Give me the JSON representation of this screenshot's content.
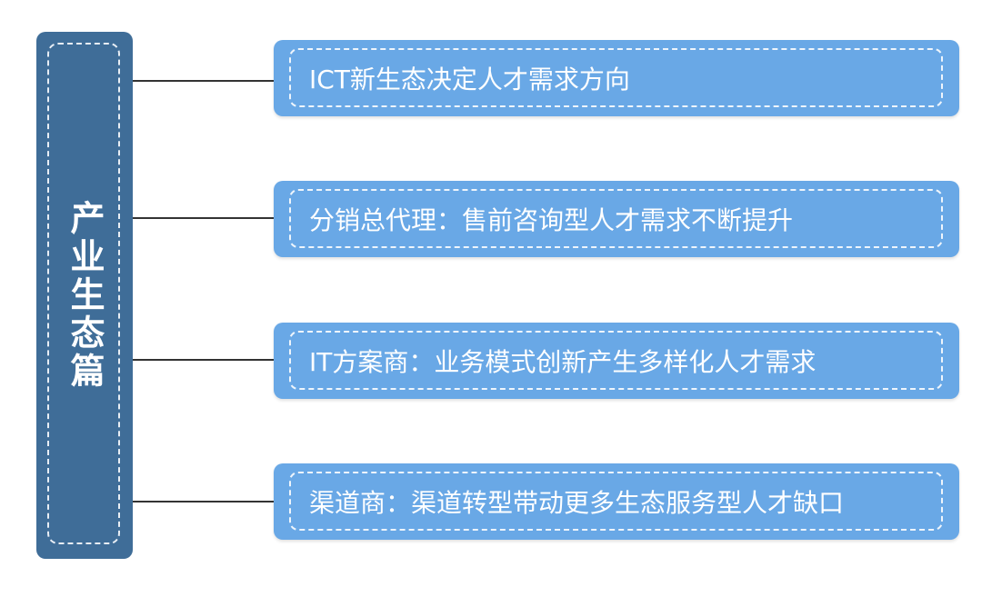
{
  "left": {
    "title": "产业生态篇"
  },
  "items": [
    {
      "text": "ICT新生态决定人才需求方向"
    },
    {
      "text": "分销总代理：售前咨询型人才需求不断提升"
    },
    {
      "text": "IT方案商：业务模式创新产生多样化人才需求"
    },
    {
      "text": "渠道商：渠道转型带动更多生态服务型人才缺口"
    }
  ],
  "colors": {
    "left_panel": "#3f6d98",
    "box": "#69a8e6",
    "connector": "#333333"
  }
}
